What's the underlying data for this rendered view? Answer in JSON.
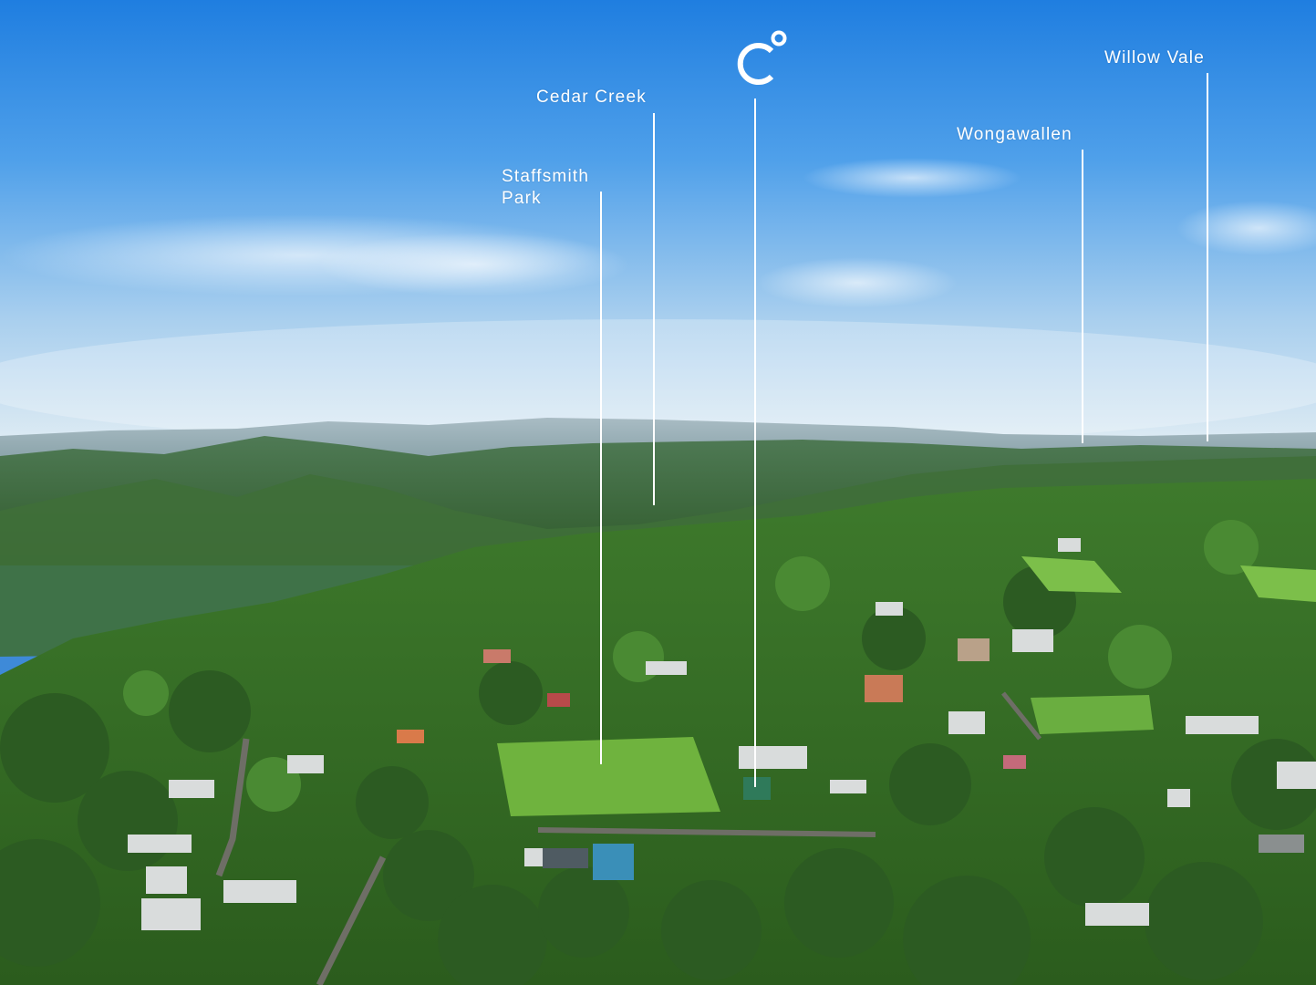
{
  "logo": {
    "name": "c-degree-logo",
    "color": "#ffffff"
  },
  "locations": [
    {
      "id": "staffsmith-park",
      "line1": "Staffsmith",
      "line2": "Park"
    },
    {
      "id": "cedar-creek",
      "line1": "Cedar Creek"
    },
    {
      "id": "property",
      "marker": "logo"
    },
    {
      "id": "wongawallen",
      "line1": "Wongawallen"
    },
    {
      "id": "willow-vale",
      "line1": "Willow Vale"
    }
  ],
  "colors": {
    "sky_top": "#2a82e0",
    "sky_horizon": "#dbe9f3",
    "far_hills": "#9fb4bf",
    "forest": "#3b6e2c",
    "oval_grass": "#6fb33e",
    "label": "#ffffff"
  }
}
